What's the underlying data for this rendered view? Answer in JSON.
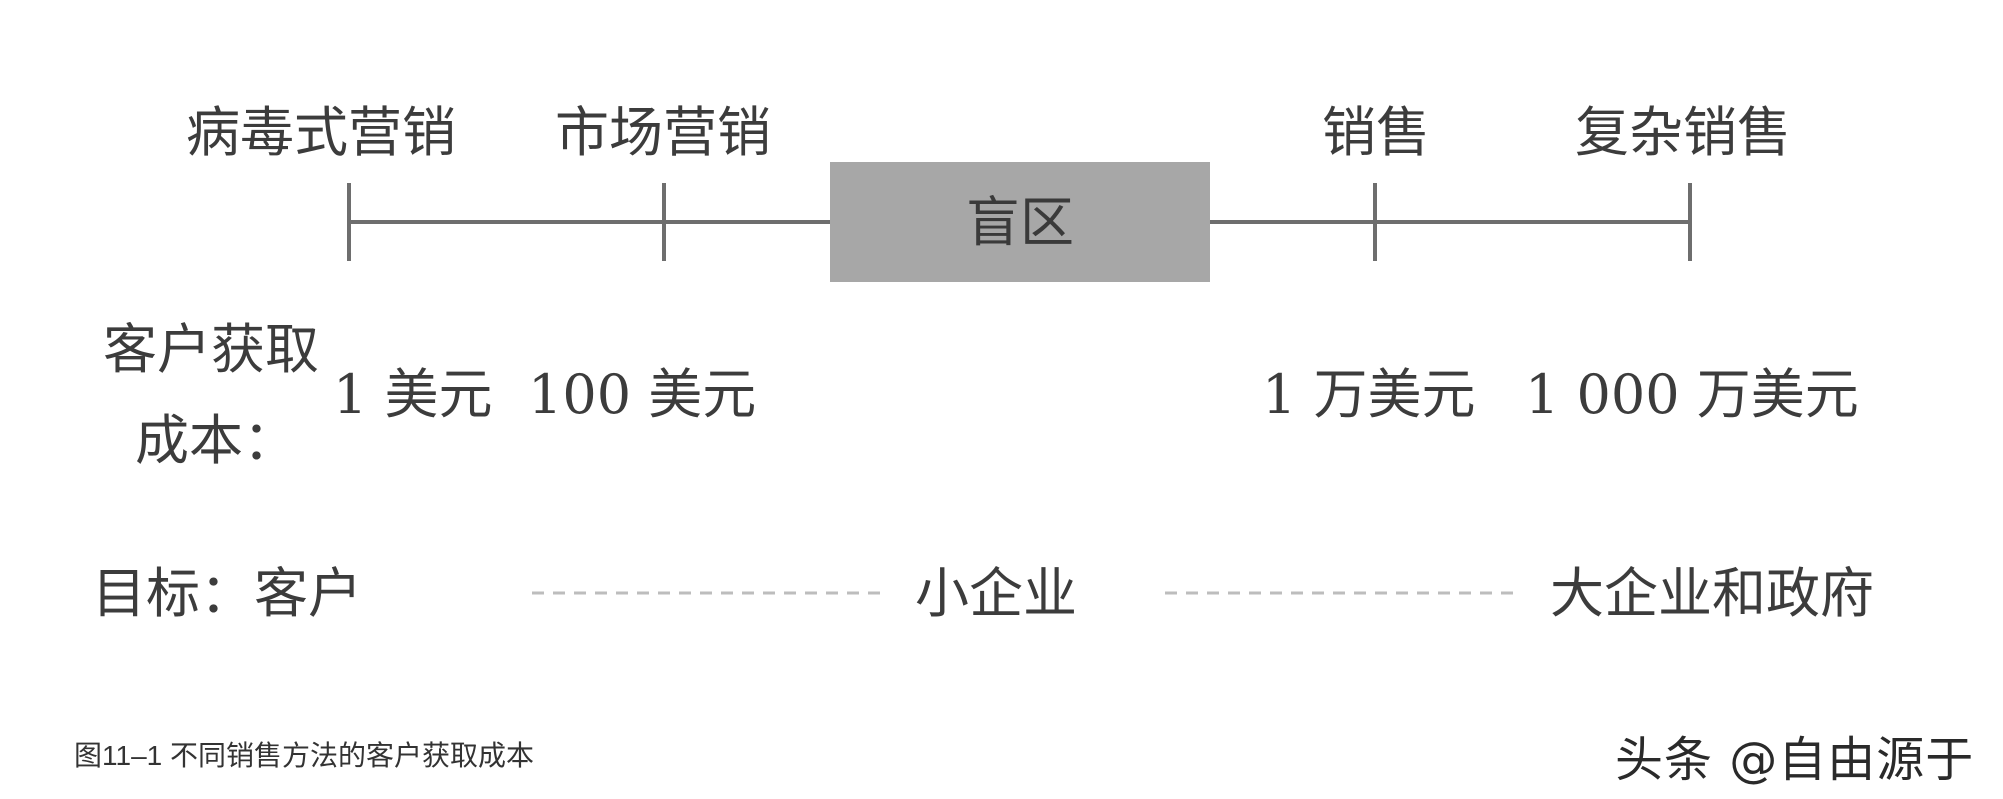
{
  "categories": [
    "病毒式营销",
    "市场营销",
    "销售",
    "复杂销售"
  ],
  "blind_zone": "盲区",
  "cost": {
    "label_line1": "客户获取",
    "label_line2": "成本：",
    "values": [
      "1 美元",
      "100 美元",
      "1 万美元",
      "1 000 万美元"
    ]
  },
  "target": {
    "label": "目标：客户",
    "segments": [
      "小企业",
      "大企业和政府"
    ]
  },
  "caption": "图11–1 不同销售方法的客户获取成本",
  "watermark": "头条 @自由源于",
  "colors": {
    "axis": "#6e6e6e",
    "blind_zone_fill": "#a7a7a7",
    "dashed_line": "#bdbdbd",
    "text": "#3c3c3c"
  }
}
